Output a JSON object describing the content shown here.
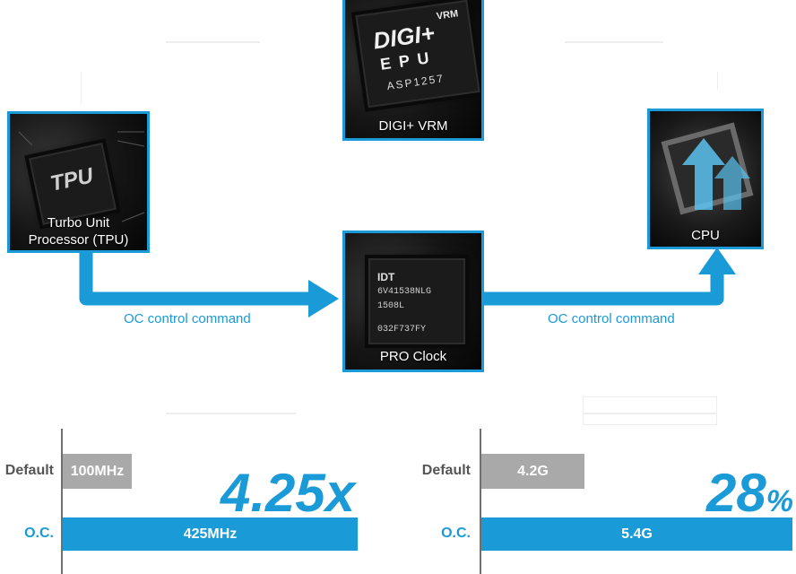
{
  "colors": {
    "accent": "#1a9ad6",
    "default_bar": "#a9a9a9",
    "oc_label": "#1a9ad6"
  },
  "chips": {
    "tpu": {
      "caption_line1": "Turbo Unit",
      "caption_line2": "Processor (TPU)",
      "marking": "TPU"
    },
    "digi": {
      "caption": "DIGI+ VRM",
      "mark1": "VRM",
      "mark2": "DIGI+",
      "mark3": "E P U",
      "mark4": "ASP1257"
    },
    "pro_clock": {
      "caption": "PRO Clock",
      "mark1": "IDT",
      "mark2": "6V41538NLG",
      "mark3": "1508L",
      "mark4": "032F737FY"
    },
    "cpu": {
      "caption": "CPU"
    }
  },
  "commands": {
    "left": "OC control command",
    "right": "OC control command"
  },
  "chart_data": [
    {
      "type": "bar",
      "categories": [
        "Default",
        "O.C."
      ],
      "values": [
        100,
        425
      ],
      "value_labels": [
        "100MHz",
        "425MHz"
      ],
      "multiplier": "4.25x"
    },
    {
      "type": "bar",
      "categories": [
        "Default",
        "O.C."
      ],
      "values": [
        4.2,
        5.4
      ],
      "value_labels": [
        "4.2G",
        "5.4G"
      ],
      "increase_number": "28",
      "increase_unit": "%"
    }
  ]
}
